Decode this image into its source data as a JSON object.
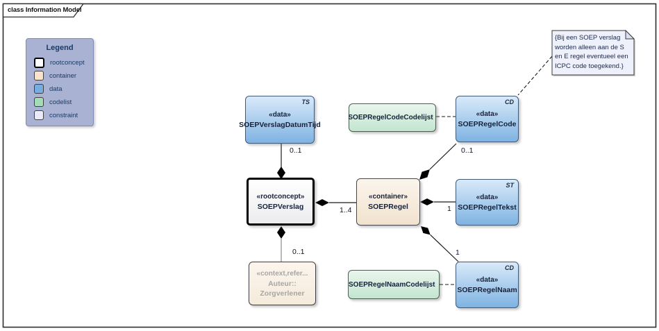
{
  "frame": {
    "tab_label": "class Information Model"
  },
  "legend": {
    "title": "Legend",
    "items": [
      {
        "label": "rootconcept",
        "color": "#ffffff"
      },
      {
        "label": "container",
        "color": "#f9e4cb"
      },
      {
        "label": "data",
        "color": "#76aee1"
      },
      {
        "label": "codelist",
        "color": "#a5dcb8"
      },
      {
        "label": "constraint",
        "color": "#eaeaf8"
      }
    ]
  },
  "classes": {
    "soep_verslag_datum_tijd": {
      "stereotype": "«data»",
      "name": "SOEPVerslagDatumTijd",
      "tag": "TS"
    },
    "soep_regel_code": {
      "stereotype": "«data»",
      "name": "SOEPRegelCode",
      "tag": "CD"
    },
    "soep_regel_tekst": {
      "stereotype": "«data»",
      "name": "SOEPRegelTekst",
      "tag": "ST"
    },
    "soep_regel_naam": {
      "stereotype": "«data»",
      "name": "SOEPRegelNaam",
      "tag": "CD"
    },
    "soep_verslag": {
      "stereotype": "«rootconcept»",
      "name": "SOEPVerslag"
    },
    "soep_regel": {
      "stereotype": "«container»",
      "name": "SOEPRegel"
    },
    "auteur": {
      "stereotype": "«context,refer...",
      "name": "Auteur::",
      "subname": "Zorgverlener"
    },
    "soep_regel_code_codelijst": {
      "name": "SOEPRegelCodeCodelijst"
    },
    "soep_regel_naam_codelijst": {
      "name": "SOEPRegelNaamCodelijst"
    }
  },
  "note": {
    "text": "{Bij een SOEP verslag worden alleen aan de S en E regel eventueel een ICPC code toegekend.}"
  },
  "multiplicities": {
    "verslag_datumtijd": "0..1",
    "verslag_regel": "1..4",
    "verslag_auteur": "0..1",
    "regel_code": "0..1",
    "regel_tekst": "1",
    "regel_naam": "1"
  },
  "colors": {
    "data_fill": "#7fb3e2",
    "codelist_fill": "#c3e5d0",
    "container_fill": "#f1e2cd",
    "constraint_fill": "#eef0fb",
    "legend_bg": "#a9b2d3"
  }
}
